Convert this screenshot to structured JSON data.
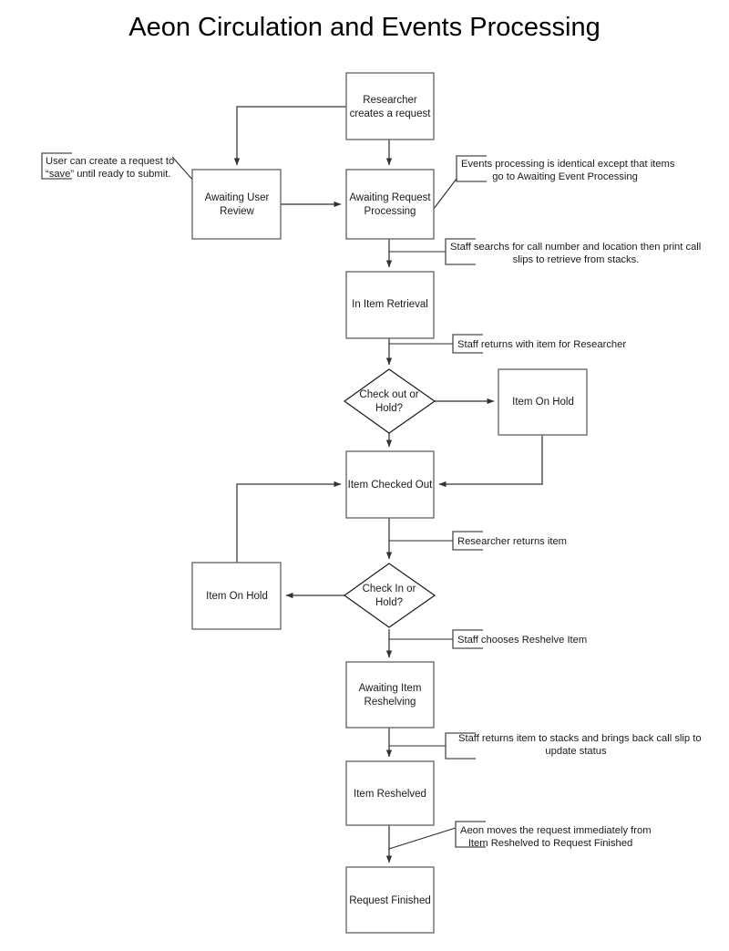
{
  "title": "Aeon Circulation and Events Processing",
  "diagram": {
    "type": "flowchart",
    "nodes": [
      {
        "id": "researcher_creates",
        "shape": "process",
        "label_lines": [
          "Researcher",
          "creates a request"
        ]
      },
      {
        "id": "awaiting_user_review",
        "shape": "process",
        "label_lines": [
          "Awaiting User",
          "Review"
        ]
      },
      {
        "id": "awaiting_request_processing",
        "shape": "process",
        "label_lines": [
          "Awaiting Request",
          "Processing"
        ]
      },
      {
        "id": "in_item_retrieval",
        "shape": "process",
        "label_lines": [
          "In Item Retrieval"
        ]
      },
      {
        "id": "check_out_or_hold",
        "shape": "decision",
        "label_lines": [
          "Check out or",
          "Hold?"
        ]
      },
      {
        "id": "item_on_hold_right",
        "shape": "process",
        "label_lines": [
          "Item On Hold"
        ]
      },
      {
        "id": "item_checked_out",
        "shape": "process",
        "label_lines": [
          "Item Checked Out"
        ]
      },
      {
        "id": "check_in_or_hold",
        "shape": "decision",
        "label_lines": [
          "Check In or",
          "Hold?"
        ]
      },
      {
        "id": "item_on_hold_left",
        "shape": "process",
        "label_lines": [
          "Item On Hold"
        ]
      },
      {
        "id": "awaiting_item_reshelving",
        "shape": "process",
        "label_lines": [
          "Awaiting Item",
          "Reshelving"
        ]
      },
      {
        "id": "item_reshelved",
        "shape": "process",
        "label_lines": [
          "Item Reshelved"
        ]
      },
      {
        "id": "request_finished",
        "shape": "process",
        "label_lines": [
          "Request Finished"
        ]
      }
    ],
    "edges": [
      {
        "from": "researcher_creates",
        "to": "awaiting_user_review"
      },
      {
        "from": "researcher_creates",
        "to": "awaiting_request_processing"
      },
      {
        "from": "awaiting_user_review",
        "to": "awaiting_request_processing"
      },
      {
        "from": "awaiting_request_processing",
        "to": "in_item_retrieval"
      },
      {
        "from": "in_item_retrieval",
        "to": "check_out_or_hold"
      },
      {
        "from": "check_out_or_hold",
        "to": "item_on_hold_right"
      },
      {
        "from": "check_out_or_hold",
        "to": "item_checked_out"
      },
      {
        "from": "item_on_hold_right",
        "to": "item_checked_out"
      },
      {
        "from": "item_checked_out",
        "to": "check_in_or_hold"
      },
      {
        "from": "check_in_or_hold",
        "to": "item_on_hold_left"
      },
      {
        "from": "item_on_hold_left",
        "to": "item_checked_out"
      },
      {
        "from": "check_in_or_hold",
        "to": "awaiting_item_reshelving"
      },
      {
        "from": "awaiting_item_reshelving",
        "to": "item_reshelved"
      },
      {
        "from": "item_reshelved",
        "to": "request_finished"
      }
    ],
    "notes": [
      {
        "id": "note_save",
        "lines": [
          "User can create a request to",
          "“save” until ready to submit."
        ],
        "align": "start"
      },
      {
        "id": "note_events",
        "lines": [
          "Events processing is identical except that items",
          "go to Awaiting Event Processing"
        ],
        "align": "center"
      },
      {
        "id": "note_call_slips",
        "lines": [
          "Staff searchs for call number and location then print call",
          "slips to retrieve from stacks."
        ],
        "align": "center"
      },
      {
        "id": "note_staff_returns_item",
        "lines": [
          "Staff returns with item for Researcher"
        ],
        "align": "start"
      },
      {
        "id": "note_researcher_returns",
        "lines": [
          "Researcher returns item"
        ],
        "align": "start"
      },
      {
        "id": "note_reshelve_choice",
        "lines": [
          "Staff chooses Reshelve Item"
        ],
        "align": "start"
      },
      {
        "id": "note_back_to_stacks",
        "lines": [
          "Staff returns item to stacks and brings back call slip to",
          "update status"
        ],
        "align": "center"
      },
      {
        "id": "note_aeon_moves",
        "lines": [
          "Aeon moves the request immediately from",
          "Item Reshelved to Request Finished"
        ],
        "align": "center"
      }
    ]
  },
  "colors": {
    "background": "#ffffff",
    "node_stroke": "#6b6b6b",
    "diamond_stroke": "#1a1a1a",
    "edge_stroke": "#555555",
    "text": "#1a1a1a"
  }
}
